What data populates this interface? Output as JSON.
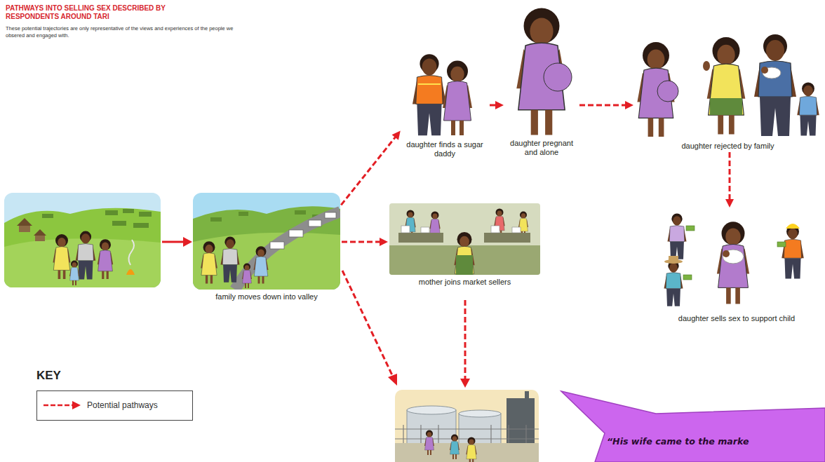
{
  "diagram": {
    "title": "PATHWAYS INTO SELLING SEX DESCRIBED BY RESPONDENTS AROUND TARI",
    "caption": "These potential trajectories are only representative of the views and experiences of the people we obsered and engaged with.",
    "nodes": [
      {
        "text": [
          "family moves down into valley"
        ]
      },
      {
        "text": [
          "daughter finds a sugar daddy"
        ]
      },
      {
        "text": [
          "daughter pregnant and alone"
        ]
      },
      {
        "text": [
          "daughter rejected by family"
        ]
      },
      {
        "text": [
          "daughter sells sex to support child"
        ]
      },
      {
        "text": [
          "mother joins market sellers"
        ]
      },
      {
        "text": [
          "“His wife came to the marke"
        ]
      }
    ],
    "edges": [
      {
        "from": 0,
        "to": 1,
        "arrow": "to"
      },
      {
        "from": 1,
        "to": 2,
        "arrow": "to"
      },
      {
        "from": 2,
        "to": 3,
        "arrow": "to"
      },
      {
        "from": 3,
        "to": 4,
        "arrow": "to"
      },
      {
        "from": 0,
        "to": 5,
        "arrow": "to"
      }
    ],
    "labels": [
      "KEY"
    ],
    "legend": [
      {
        "text": "Potential pathways"
      }
    ]
  }
}
